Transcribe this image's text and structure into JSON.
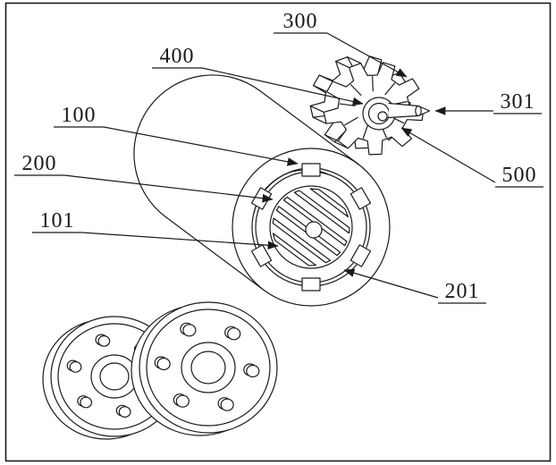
{
  "style": {
    "ink": "#1a1a1a",
    "paper": "#ffffff"
  },
  "figure_labels": {
    "c100": "100",
    "c101": "101",
    "c200": "200",
    "c201": "201",
    "c300": "300",
    "c301": "301",
    "c400": "400",
    "c500": "500"
  }
}
